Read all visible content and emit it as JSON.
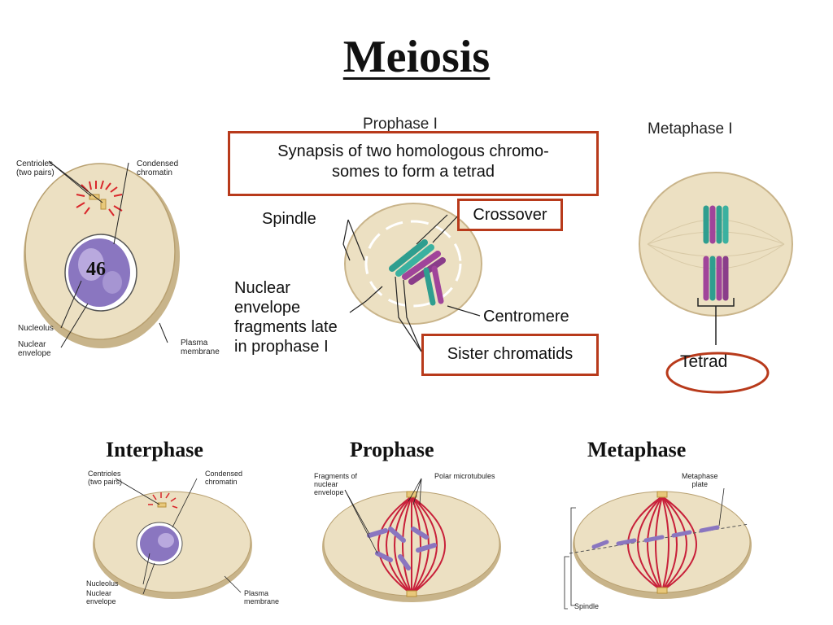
{
  "title": "Meiosis",
  "top_left": {
    "centrioles_label": "Centrioles\n(two pairs)",
    "condensed_label": "Condensed\nchromatin",
    "number_label": "46",
    "nucleolus_label": "Nucleolus",
    "nuclear_envelope_label": "Nuclear\nenvelope",
    "plasma_membrane_label": "Plasma\nmembrane"
  },
  "prophase_i": {
    "header": "Prophase I",
    "synapsis_text": "Synapsis of two homologous chromo-\nsomes to form a tetrad",
    "spindle_label": "Spindle",
    "crossover_label": "Crossover",
    "fragments_label": "Nuclear\nenvelope\nfragments late\nin prophase I",
    "centromere_label": "Centromere",
    "sister_label": "Sister chromatids"
  },
  "metaphase_i": {
    "header": "Metaphase I",
    "tetrad_label": "Tetrad"
  },
  "bottom": {
    "interphase": {
      "title": "Interphase",
      "centrioles_label": "Centrioles\n(two pairs)",
      "condensed_label": "Condensed\nchromatin",
      "nucleolus_label": "Nucleolus",
      "nuclear_envelope_label": "Nuclear\nenvelope",
      "plasma_membrane_label": "Plasma\nmembrane"
    },
    "prophase": {
      "title": "Prophase",
      "fragments_label": "Fragments of\nnuclear\nenvelope",
      "polar_label": "Polar microtubules"
    },
    "metaphase": {
      "title": "Metaphase",
      "plate_label": "Metaphase\nplate",
      "spindle_label": "Spindle"
    }
  },
  "colors": {
    "highlight_border": "#b83a1b",
    "cell_fill": "#ece0c2",
    "cell_stroke": "#c9b48a",
    "chromatin": "#7b64b0",
    "centriole_red": "#d9262b",
    "chromosome_teal": "#2f9e8f",
    "chromosome_magenta": "#a0449a",
    "spindle_red": "#c8203a"
  }
}
